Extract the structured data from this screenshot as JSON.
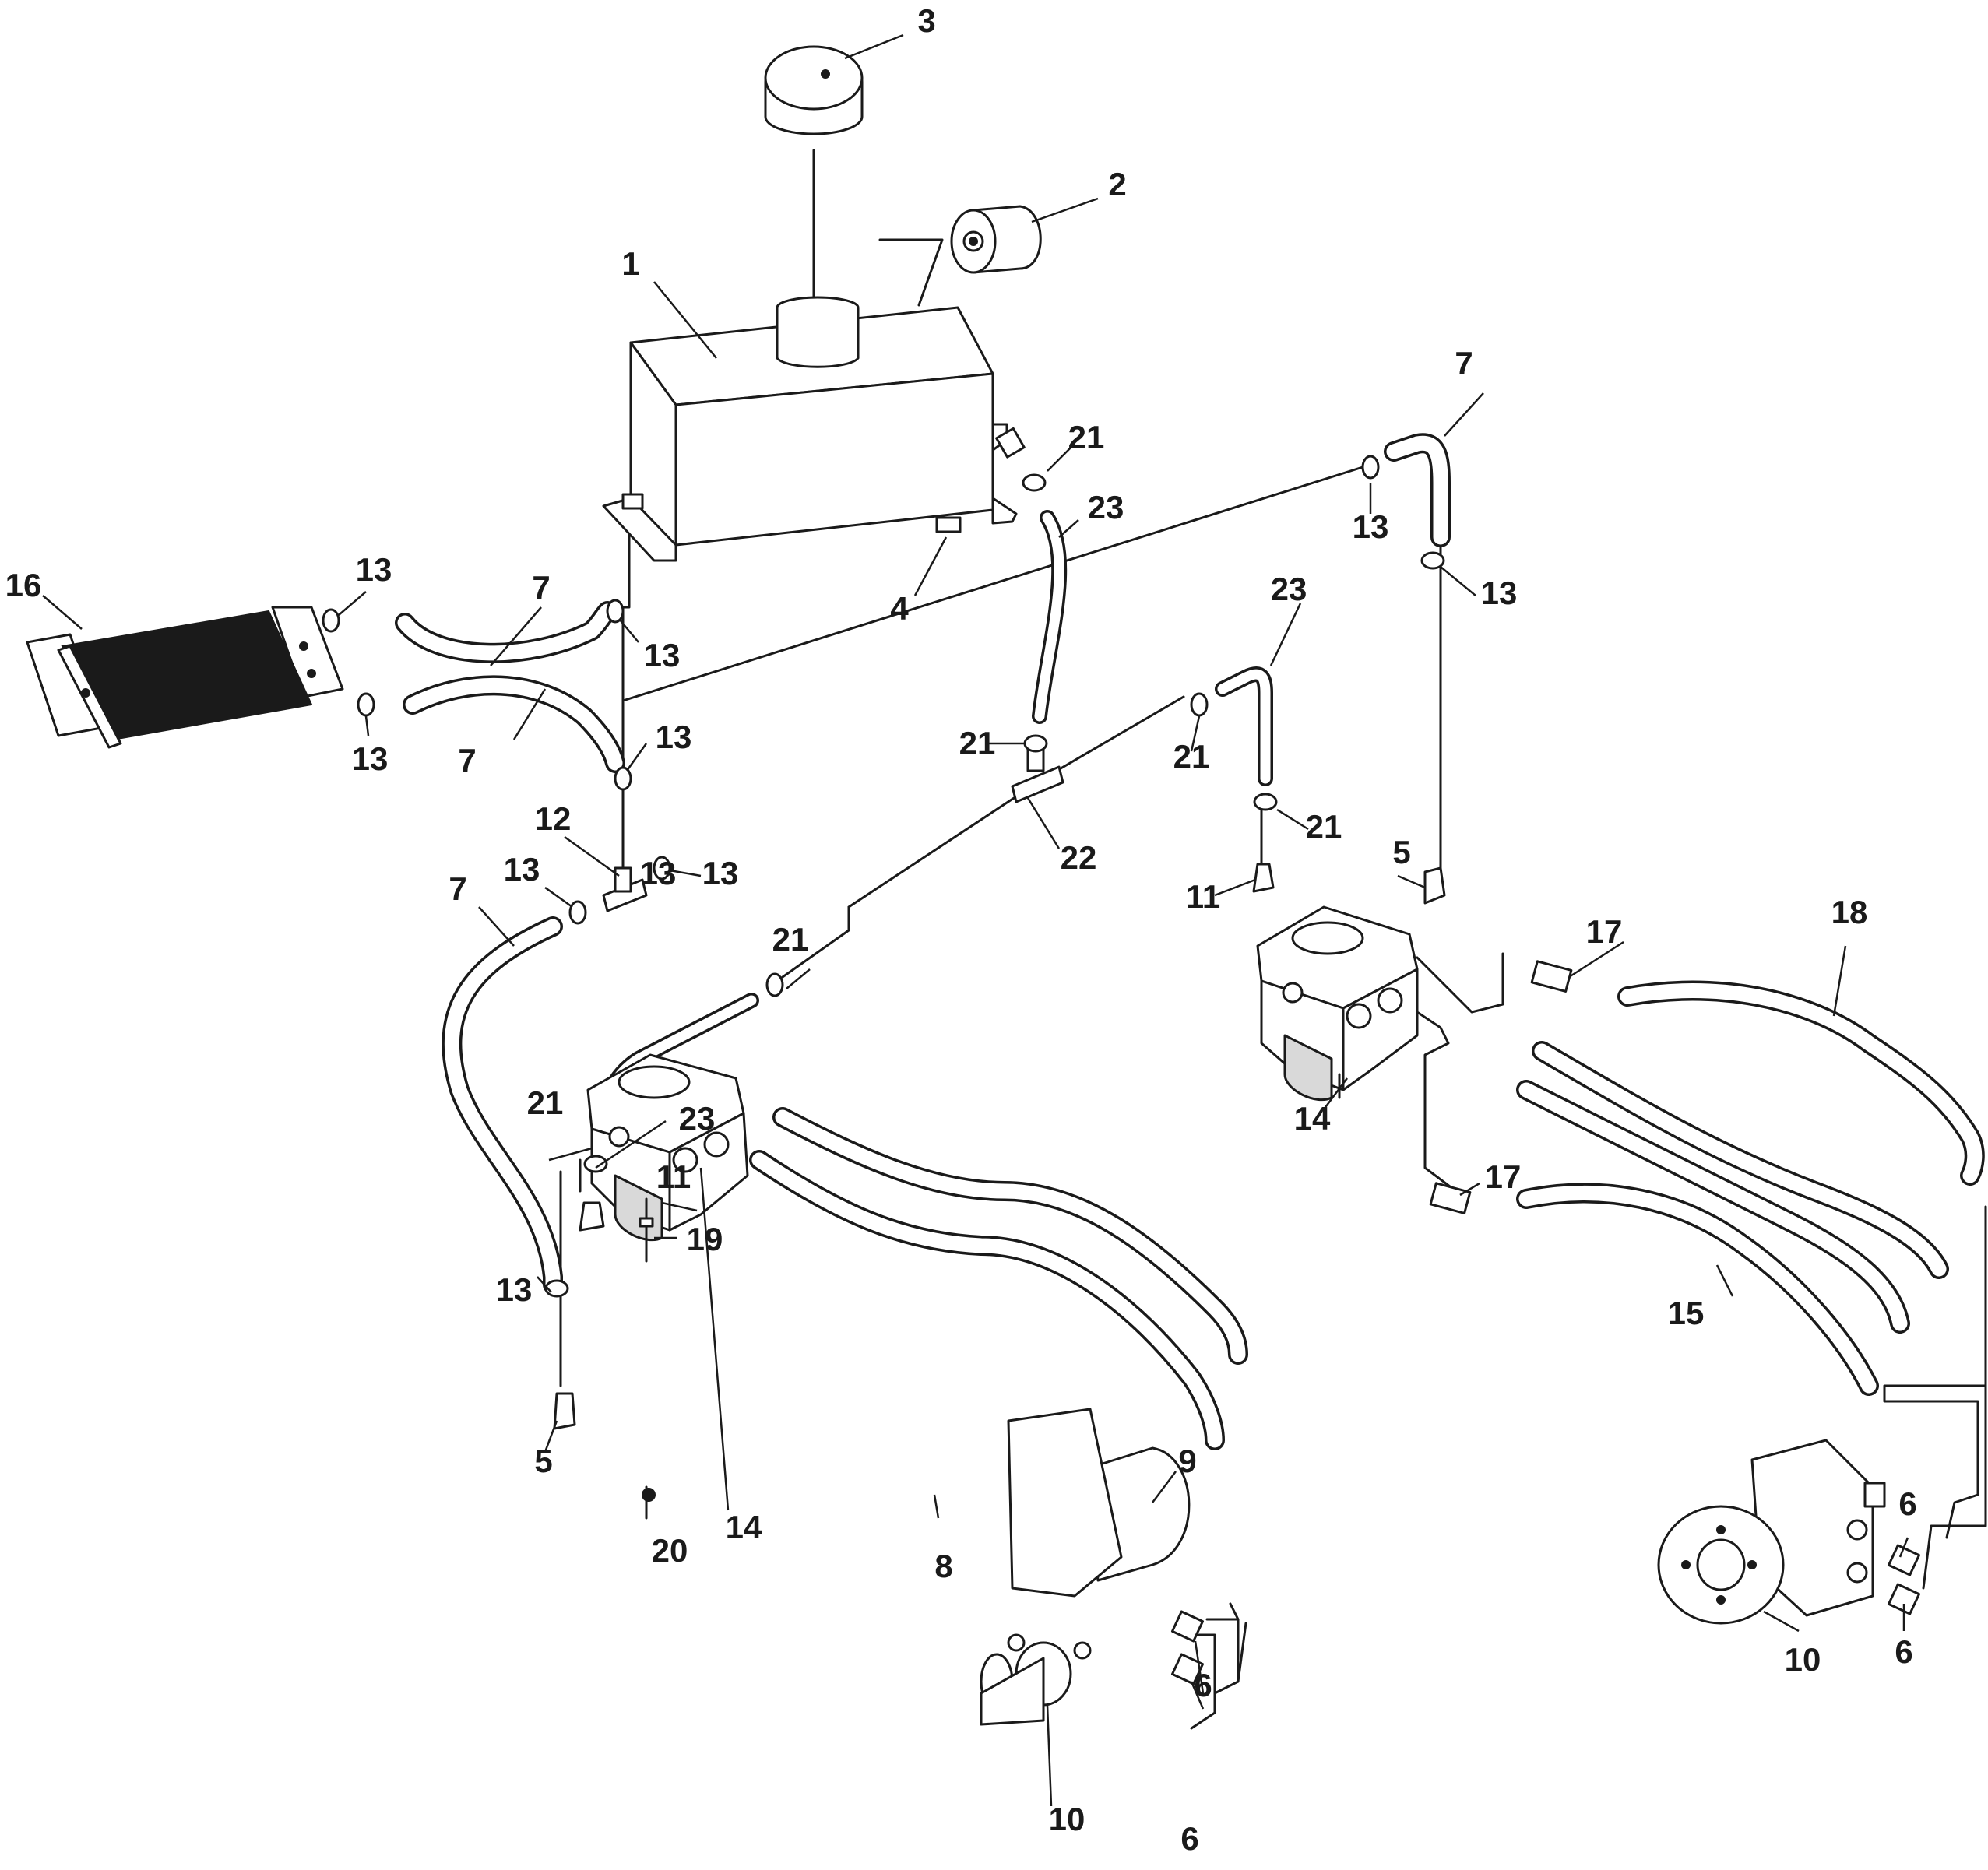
{
  "diagram": {
    "callouts": [
      {
        "id": "c3",
        "text": "3"
      },
      {
        "id": "c2",
        "text": "2"
      },
      {
        "id": "c1",
        "text": "1"
      },
      {
        "id": "c21a",
        "text": "21"
      },
      {
        "id": "c23a",
        "text": "23"
      },
      {
        "id": "c7a",
        "text": "7"
      },
      {
        "id": "c13a",
        "text": "13"
      },
      {
        "id": "c13b",
        "text": "13"
      },
      {
        "id": "c16",
        "text": "16"
      },
      {
        "id": "c13c",
        "text": "13"
      },
      {
        "id": "c7b",
        "text": "7"
      },
      {
        "id": "c13d",
        "text": "13"
      },
      {
        "id": "c4",
        "text": "4"
      },
      {
        "id": "c23b",
        "text": "23"
      },
      {
        "id": "c13e",
        "text": "13"
      },
      {
        "id": "c7c",
        "text": "7"
      },
      {
        "id": "c13f",
        "text": "13"
      },
      {
        "id": "c13g",
        "text": "13"
      },
      {
        "id": "c21b",
        "text": "21"
      },
      {
        "id": "c21c",
        "text": "21"
      },
      {
        "id": "c12",
        "text": "12"
      },
      {
        "id": "c21d",
        "text": "21"
      },
      {
        "id": "c22",
        "text": "22"
      },
      {
        "id": "c13h",
        "text": "13"
      },
      {
        "id": "c13i",
        "text": "13"
      },
      {
        "id": "c7d",
        "text": "7"
      },
      {
        "id": "c5a",
        "text": "5"
      },
      {
        "id": "c11a",
        "text": "11"
      },
      {
        "id": "c21e",
        "text": "21"
      },
      {
        "id": "c17a",
        "text": "17"
      },
      {
        "id": "c18",
        "text": "18"
      },
      {
        "id": "c14a",
        "text": "14"
      },
      {
        "id": "c21f",
        "text": "21"
      },
      {
        "id": "c23c",
        "text": "23"
      },
      {
        "id": "c11b",
        "text": "11"
      },
      {
        "id": "c17b",
        "text": "17"
      },
      {
        "id": "c19",
        "text": "19"
      },
      {
        "id": "c13j",
        "text": "13"
      },
      {
        "id": "c15",
        "text": "15"
      },
      {
        "id": "c5b",
        "text": "5"
      },
      {
        "id": "c9",
        "text": "9"
      },
      {
        "id": "c20",
        "text": "20"
      },
      {
        "id": "c14b",
        "text": "14"
      },
      {
        "id": "c8",
        "text": "8"
      },
      {
        "id": "c6a",
        "text": "6"
      },
      {
        "id": "c6b",
        "text": "6"
      },
      {
        "id": "c10a",
        "text": "10"
      },
      {
        "id": "c6c",
        "text": "6"
      },
      {
        "id": "c10b",
        "text": "10"
      },
      {
        "id": "c6d",
        "text": "6"
      }
    ]
  }
}
